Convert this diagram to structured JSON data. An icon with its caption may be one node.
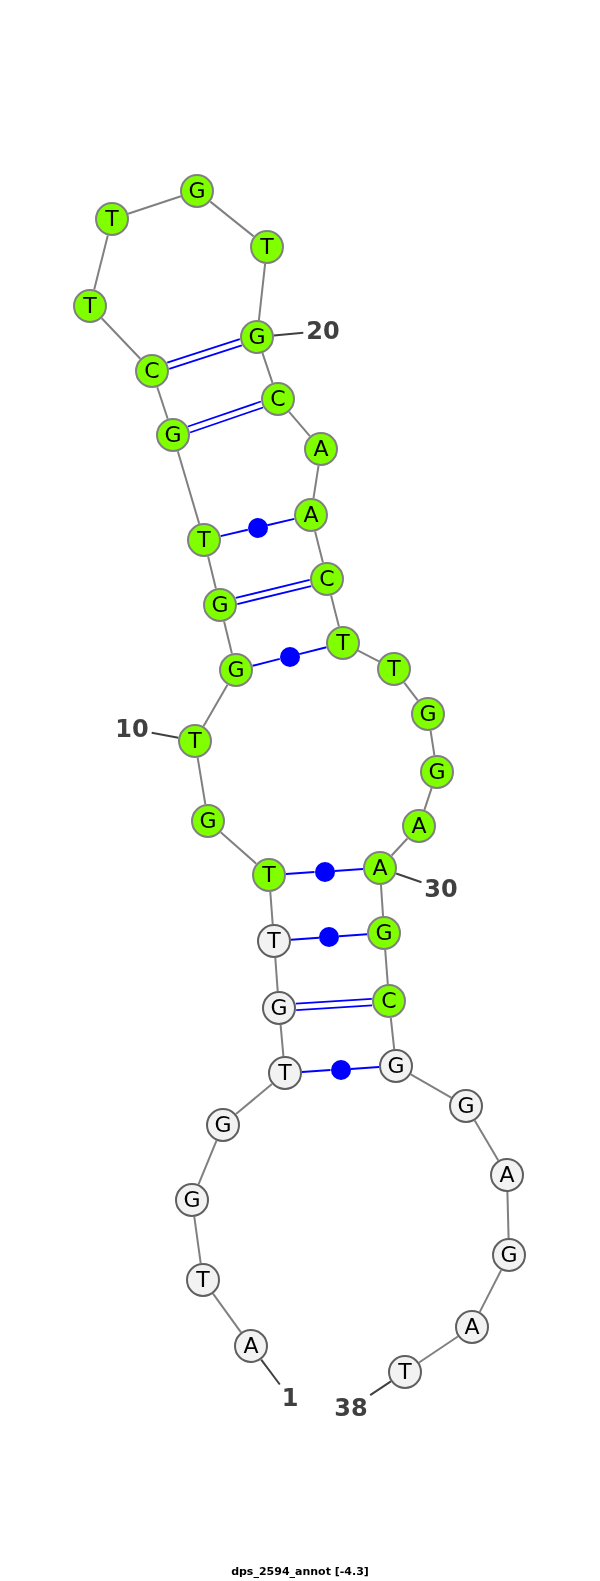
{
  "diagram": {
    "caption": "dps_2594_annot [-4.3]",
    "nodes": [
      {
        "text": [
          "A"
        ]
      },
      {
        "text": [
          "T"
        ]
      },
      {
        "text": [
          "G"
        ]
      },
      {
        "text": [
          "G"
        ]
      },
      {
        "text": [
          "T"
        ]
      },
      {
        "text": [
          "G"
        ]
      },
      {
        "text": [
          "T"
        ]
      },
      {
        "text": [
          "T"
        ]
      },
      {
        "text": [
          "G"
        ]
      },
      {
        "text": [
          "T"
        ]
      },
      {
        "text": [
          "G"
        ]
      },
      {
        "text": [
          "G"
        ]
      },
      {
        "text": [
          "T"
        ]
      },
      {
        "text": [
          "G"
        ]
      },
      {
        "text": [
          "C"
        ]
      },
      {
        "text": [
          "T"
        ]
      },
      {
        "text": [
          "T"
        ]
      },
      {
        "text": [
          "G"
        ]
      },
      {
        "text": [
          "T"
        ]
      },
      {
        "text": [
          "G"
        ]
      },
      {
        "text": [
          "C"
        ]
      },
      {
        "text": [
          "A"
        ]
      },
      {
        "text": [
          "A"
        ]
      },
      {
        "text": [
          "C"
        ]
      },
      {
        "text": [
          "T"
        ]
      },
      {
        "text": [
          "T"
        ]
      },
      {
        "text": [
          "G"
        ]
      },
      {
        "text": [
          "G"
        ]
      },
      {
        "text": [
          "A"
        ]
      },
      {
        "text": [
          "A"
        ]
      },
      {
        "text": [
          "G"
        ]
      },
      {
        "text": [
          "C"
        ]
      },
      {
        "text": [
          "G"
        ]
      },
      {
        "text": [
          "G"
        ]
      },
      {
        "text": [
          "A"
        ]
      },
      {
        "text": [
          "G"
        ]
      },
      {
        "text": [
          "A"
        ]
      },
      {
        "text": [
          "T"
        ]
      },
      {
        "text": [
          "1"
        ]
      },
      {
        "text": [
          "10"
        ]
      },
      {
        "text": [
          "20"
        ]
      },
      {
        "text": [
          "30"
        ]
      },
      {
        "text": [
          "38"
        ]
      },
      {
        "text": [],
        "shape": "circle"
      },
      {
        "text": [],
        "shape": "circle"
      },
      {
        "text": [],
        "shape": "circle"
      },
      {
        "text": [],
        "shape": "circle"
      },
      {
        "text": [],
        "shape": "circle"
      }
    ],
    "edges": [
      {
        "from": 0,
        "to": 1,
        "arrow": "none"
      },
      {
        "from": 1,
        "to": 2,
        "arrow": "none"
      },
      {
        "from": 2,
        "to": 3,
        "arrow": "none"
      },
      {
        "from": 3,
        "to": 4,
        "arrow": "none"
      },
      {
        "from": 4,
        "to": 5,
        "arrow": "none"
      },
      {
        "from": 5,
        "to": 6,
        "arrow": "none"
      },
      {
        "from": 6,
        "to": 7,
        "arrow": "none"
      },
      {
        "from": 7,
        "to": 8,
        "arrow": "none"
      },
      {
        "from": 8,
        "to": 9,
        "arrow": "none"
      },
      {
        "from": 9,
        "to": 10,
        "arrow": "none"
      },
      {
        "from": 10,
        "to": 11,
        "arrow": "none"
      },
      {
        "from": 11,
        "to": 12,
        "arrow": "none"
      },
      {
        "from": 12,
        "to": 13,
        "arrow": "none"
      },
      {
        "from": 13,
        "to": 14,
        "arrow": "none"
      },
      {
        "from": 14,
        "to": 15,
        "arrow": "none"
      },
      {
        "from": 15,
        "to": 16,
        "arrow": "none"
      },
      {
        "from": 16,
        "to": 17,
        "arrow": "none"
      },
      {
        "from": 17,
        "to": 18,
        "arrow": "none"
      },
      {
        "from": 18,
        "to": 19,
        "arrow": "none"
      },
      {
        "from": 19,
        "to": 20,
        "arrow": "none"
      },
      {
        "from": 20,
        "to": 21,
        "arrow": "none"
      },
      {
        "from": 21,
        "to": 22,
        "arrow": "none"
      },
      {
        "from": 22,
        "to": 23,
        "arrow": "none"
      },
      {
        "from": 23,
        "to": 24,
        "arrow": "none"
      },
      {
        "from": 24,
        "to": 25,
        "arrow": "none"
      },
      {
        "from": 25,
        "to": 26,
        "arrow": "none"
      },
      {
        "from": 26,
        "to": 27,
        "arrow": "none"
      },
      {
        "from": 27,
        "to": 28,
        "arrow": "none"
      },
      {
        "from": 28,
        "to": 29,
        "arrow": "none"
      },
      {
        "from": 29,
        "to": 30,
        "arrow": "none"
      },
      {
        "from": 30,
        "to": 31,
        "arrow": "none"
      },
      {
        "from": 31,
        "to": 32,
        "arrow": "none"
      },
      {
        "from": 32,
        "to": 33,
        "arrow": "none"
      },
      {
        "from": 33,
        "to": 34,
        "arrow": "none"
      },
      {
        "from": 34,
        "to": 35,
        "arrow": "none"
      },
      {
        "from": 35,
        "to": 36,
        "arrow": "none"
      },
      {
        "from": 36,
        "to": 37,
        "arrow": "none"
      },
      {
        "from": 4,
        "to": 47,
        "arrow": "none",
        "color": "#0000ff"
      },
      {
        "from": 47,
        "to": 32,
        "arrow": "none",
        "color": "#0000ff"
      },
      {
        "from": 5,
        "to": 31,
        "arrow": "none",
        "color": "#0000ff"
      },
      {
        "from": 5,
        "to": 31,
        "arrow": "none",
        "color": "#0000ff"
      },
      {
        "from": 6,
        "to": 46,
        "arrow": "none",
        "color": "#0000ff"
      },
      {
        "from": 46,
        "to": 30,
        "arrow": "none",
        "color": "#0000ff"
      },
      {
        "from": 7,
        "to": 45,
        "arrow": "none",
        "color": "#0000ff"
      },
      {
        "from": 45,
        "to": 29,
        "arrow": "none",
        "color": "#0000ff"
      },
      {
        "from": 10,
        "to": 44,
        "arrow": "none",
        "color": "#0000ff"
      },
      {
        "from": 44,
        "to": 24,
        "arrow": "none",
        "color": "#0000ff"
      },
      {
        "from": 11,
        "to": 23,
        "arrow": "none",
        "color": "#0000ff"
      },
      {
        "from": 11,
        "to": 23,
        "arrow": "none",
        "color": "#0000ff"
      },
      {
        "from": 12,
        "to": 43,
        "arrow": "none",
        "color": "#0000ff"
      },
      {
        "from": 43,
        "to": 22,
        "arrow": "none",
        "color": "#0000ff"
      },
      {
        "from": 13,
        "to": 20,
        "arrow": "none",
        "color": "#0000ff"
      },
      {
        "from": 13,
        "to": 20,
        "arrow": "none",
        "color": "#0000ff"
      },
      {
        "from": 14,
        "to": 19,
        "arrow": "none",
        "color": "#0000ff"
      },
      {
        "from": 14,
        "to": 19,
        "arrow": "none",
        "color": "#0000ff"
      },
      {
        "from": 38,
        "to": 0,
        "arrow": "none",
        "color": "#404040"
      },
      {
        "from": 39,
        "to": 9,
        "arrow": "none",
        "color": "#404040"
      },
      {
        "from": 40,
        "to": 19,
        "arrow": "none",
        "color": "#404040"
      },
      {
        "from": 41,
        "to": 29,
        "arrow": "none",
        "color": "#404040"
      },
      {
        "from": 42,
        "to": 37,
        "arrow": "none",
        "color": "#404040"
      }
    ]
  }
}
